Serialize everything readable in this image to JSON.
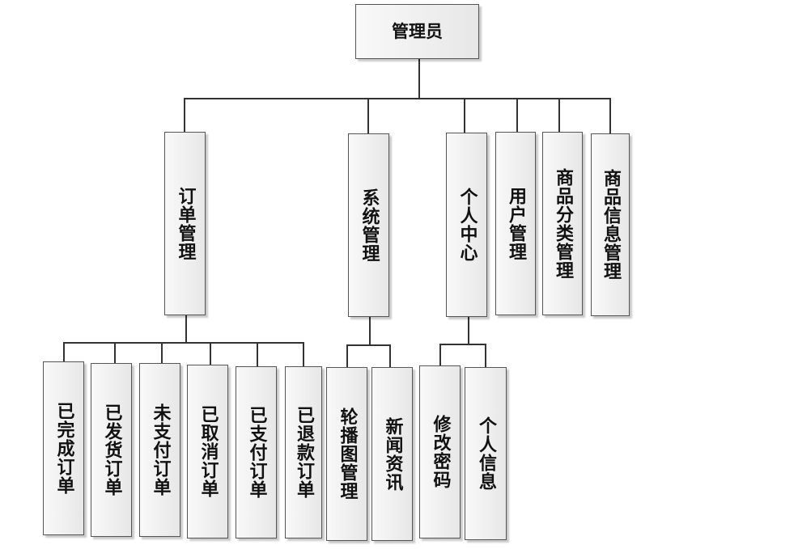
{
  "root": {
    "label": "管理员"
  },
  "level1": [
    {
      "key": "order",
      "label": "订单管理"
    },
    {
      "key": "system",
      "label": "系统管理"
    },
    {
      "key": "personal",
      "label": "个人中心"
    },
    {
      "key": "user",
      "label": "用户管理"
    },
    {
      "key": "category",
      "label": "商品分类管理"
    },
    {
      "key": "product",
      "label": "商品信息管理"
    }
  ],
  "order_children": [
    {
      "label": "已完成订单"
    },
    {
      "label": "已发货订单"
    },
    {
      "label": "未支付订单"
    },
    {
      "label": "已取消订单"
    },
    {
      "label": "已支付订单"
    },
    {
      "label": "已退款订单"
    }
  ],
  "system_children": [
    {
      "label": "轮播图管理"
    },
    {
      "label": "新闻资讯"
    }
  ],
  "personal_children": [
    {
      "label": "修改密码"
    },
    {
      "label": "个人信息"
    }
  ]
}
